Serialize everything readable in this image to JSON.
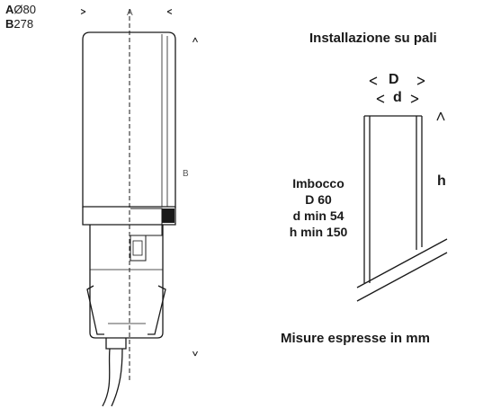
{
  "dimensions": {
    "a_key": "A",
    "a_value": "Ø80",
    "b_key": "B",
    "b_value": "278"
  },
  "axis_labels": {
    "a": "A",
    "b": "B"
  },
  "pole_installation": {
    "title": "Installazione su pali",
    "outer_label": "D",
    "inner_label": "d",
    "height_label": "h",
    "socket_specs": [
      "Imbocco",
      "D 60",
      "d min 54",
      "h min 150"
    ]
  },
  "footer_note": "Misure espresse in mm"
}
